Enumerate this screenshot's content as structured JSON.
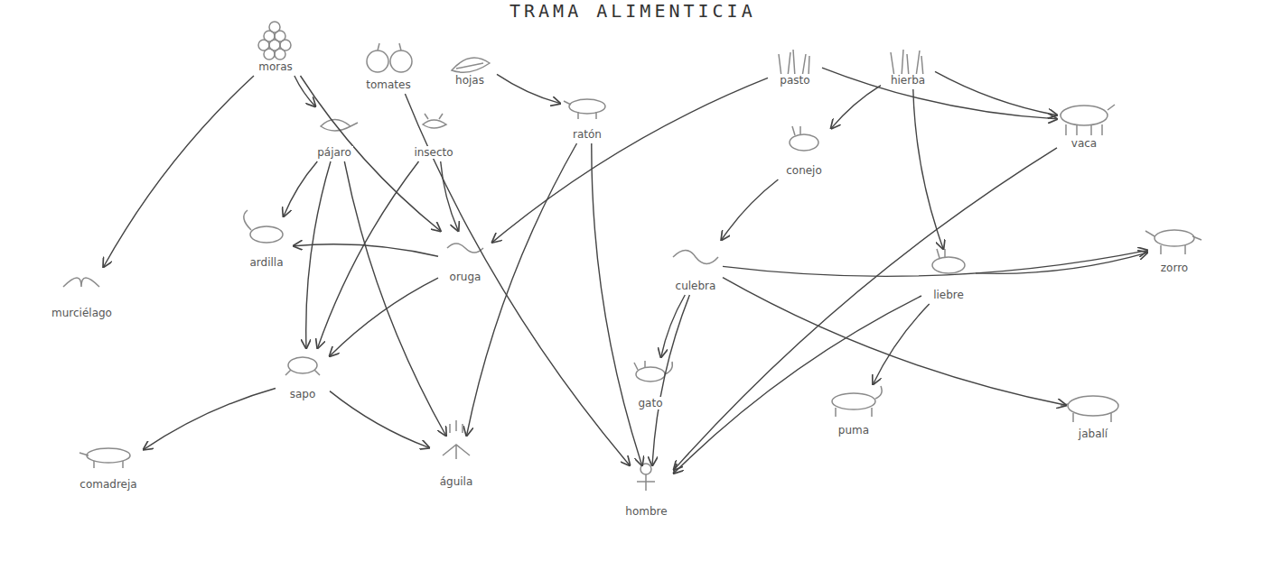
{
  "diagram": {
    "title": "TRAMA ALIMENTICIA",
    "nodes": [
      {
        "text": [
          "moras"
        ]
      },
      {
        "text": [
          "tomates"
        ]
      },
      {
        "text": [
          "hojas"
        ]
      },
      {
        "text": [
          "pasto"
        ]
      },
      {
        "text": [
          "hierba"
        ]
      },
      {
        "text": [
          "ratón"
        ]
      },
      {
        "text": [
          "pájaro"
        ]
      },
      {
        "text": [
          "insecto"
        ]
      },
      {
        "text": [
          "conejo"
        ]
      },
      {
        "text": [
          "vaca"
        ]
      },
      {
        "text": [
          "ardilla"
        ]
      },
      {
        "text": [
          "oruga"
        ]
      },
      {
        "text": [
          "culebra"
        ]
      },
      {
        "text": [
          "liebre"
        ]
      },
      {
        "text": [
          "zorro"
        ]
      },
      {
        "text": [
          "murciélago"
        ]
      },
      {
        "text": [
          "sapo"
        ]
      },
      {
        "text": [
          "gato"
        ]
      },
      {
        "text": [
          "puma"
        ]
      },
      {
        "text": [
          "jabalí"
        ]
      },
      {
        "text": [
          "comadreja"
        ]
      },
      {
        "text": [
          "águila"
        ]
      },
      {
        "text": [
          "hombre"
        ]
      }
    ],
    "edges": [
      {
        "from": 0,
        "to": 15,
        "arrow": "to"
      },
      {
        "from": 0,
        "to": 6,
        "arrow": "to"
      },
      {
        "from": 0,
        "to": 11,
        "arrow": "to"
      },
      {
        "from": 1,
        "to": 22,
        "arrow": "to"
      },
      {
        "from": 2,
        "to": 5,
        "arrow": "to"
      },
      {
        "from": 5,
        "to": 21,
        "arrow": "to"
      },
      {
        "from": 5,
        "to": 22,
        "arrow": "to"
      },
      {
        "from": 6,
        "to": 10,
        "arrow": "to"
      },
      {
        "from": 6,
        "to": 16,
        "arrow": "to"
      },
      {
        "from": 6,
        "to": 21,
        "arrow": "to"
      },
      {
        "from": 7,
        "to": 11,
        "arrow": "to"
      },
      {
        "from": 7,
        "to": 16,
        "arrow": "to"
      },
      {
        "from": 11,
        "to": 10,
        "arrow": "to"
      },
      {
        "from": 11,
        "to": 16,
        "arrow": "to"
      },
      {
        "from": 3,
        "to": 11,
        "arrow": "to"
      },
      {
        "from": 4,
        "to": 8,
        "arrow": "to"
      },
      {
        "from": 4,
        "to": 13,
        "arrow": "to"
      },
      {
        "from": 4,
        "to": 9,
        "arrow": "to"
      },
      {
        "from": 3,
        "to": 9,
        "arrow": "to"
      },
      {
        "from": 9,
        "to": 22,
        "arrow": "to"
      },
      {
        "from": 8,
        "to": 12,
        "arrow": "to"
      },
      {
        "from": 12,
        "to": 17,
        "arrow": "to"
      },
      {
        "from": 12,
        "to": 22,
        "arrow": "to"
      },
      {
        "from": 12,
        "to": 14,
        "arrow": "to"
      },
      {
        "from": 12,
        "to": 19,
        "arrow": "to"
      },
      {
        "from": 13,
        "to": 14,
        "arrow": "to"
      },
      {
        "from": 13,
        "to": 18,
        "arrow": "to"
      },
      {
        "from": 13,
        "to": 22,
        "arrow": "to"
      },
      {
        "from": 16,
        "to": 20,
        "arrow": "to"
      },
      {
        "from": 16,
        "to": 21,
        "arrow": "to"
      }
    ]
  }
}
